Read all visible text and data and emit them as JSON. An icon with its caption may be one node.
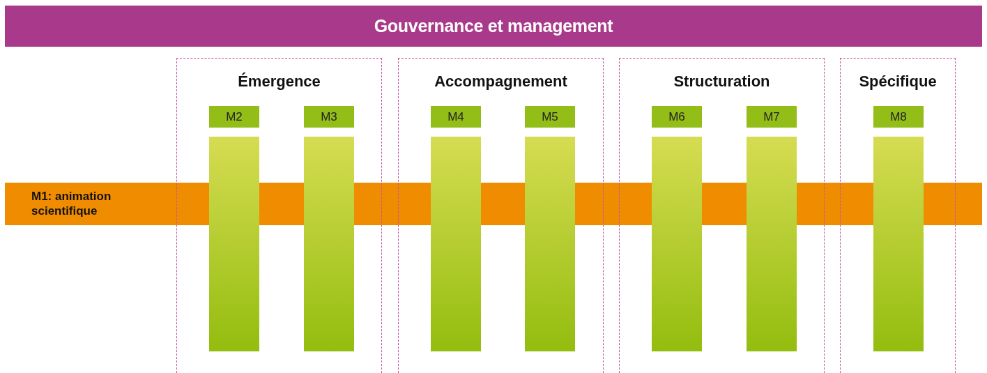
{
  "diagram": {
    "nodes": [
      {
        "text": [
          "Gouvernance et management"
        ]
      },
      {
        "text": [
          "Émergence"
        ]
      },
      {
        "text": [
          "M2"
        ],
        "in": 1
      },
      {
        "text": [
          "M3"
        ],
        "in": 1
      },
      {
        "text": [],
        "shape": "bar",
        "in": 1
      },
      {
        "text": [],
        "shape": "bar",
        "in": 1
      },
      {
        "text": [
          "Accompagnement"
        ]
      },
      {
        "text": [
          "M4"
        ],
        "in": 6
      },
      {
        "text": [
          "M5"
        ],
        "in": 6
      },
      {
        "text": [],
        "shape": "bar",
        "in": 6
      },
      {
        "text": [],
        "shape": "bar",
        "in": 6
      },
      {
        "text": [
          "Structuration"
        ]
      },
      {
        "text": [
          "M6"
        ],
        "in": 11
      },
      {
        "text": [
          "M7"
        ],
        "in": 11
      },
      {
        "text": [],
        "shape": "bar",
        "in": 11
      },
      {
        "text": [],
        "shape": "bar",
        "in": 11
      },
      {
        "text": [
          "Spécifique"
        ]
      },
      {
        "text": [
          "M8"
        ],
        "in": 16
      },
      {
        "text": [],
        "shape": "bar",
        "in": 16
      },
      {
        "text": [
          "M1: animation scientifique"
        ]
      }
    ]
  }
}
